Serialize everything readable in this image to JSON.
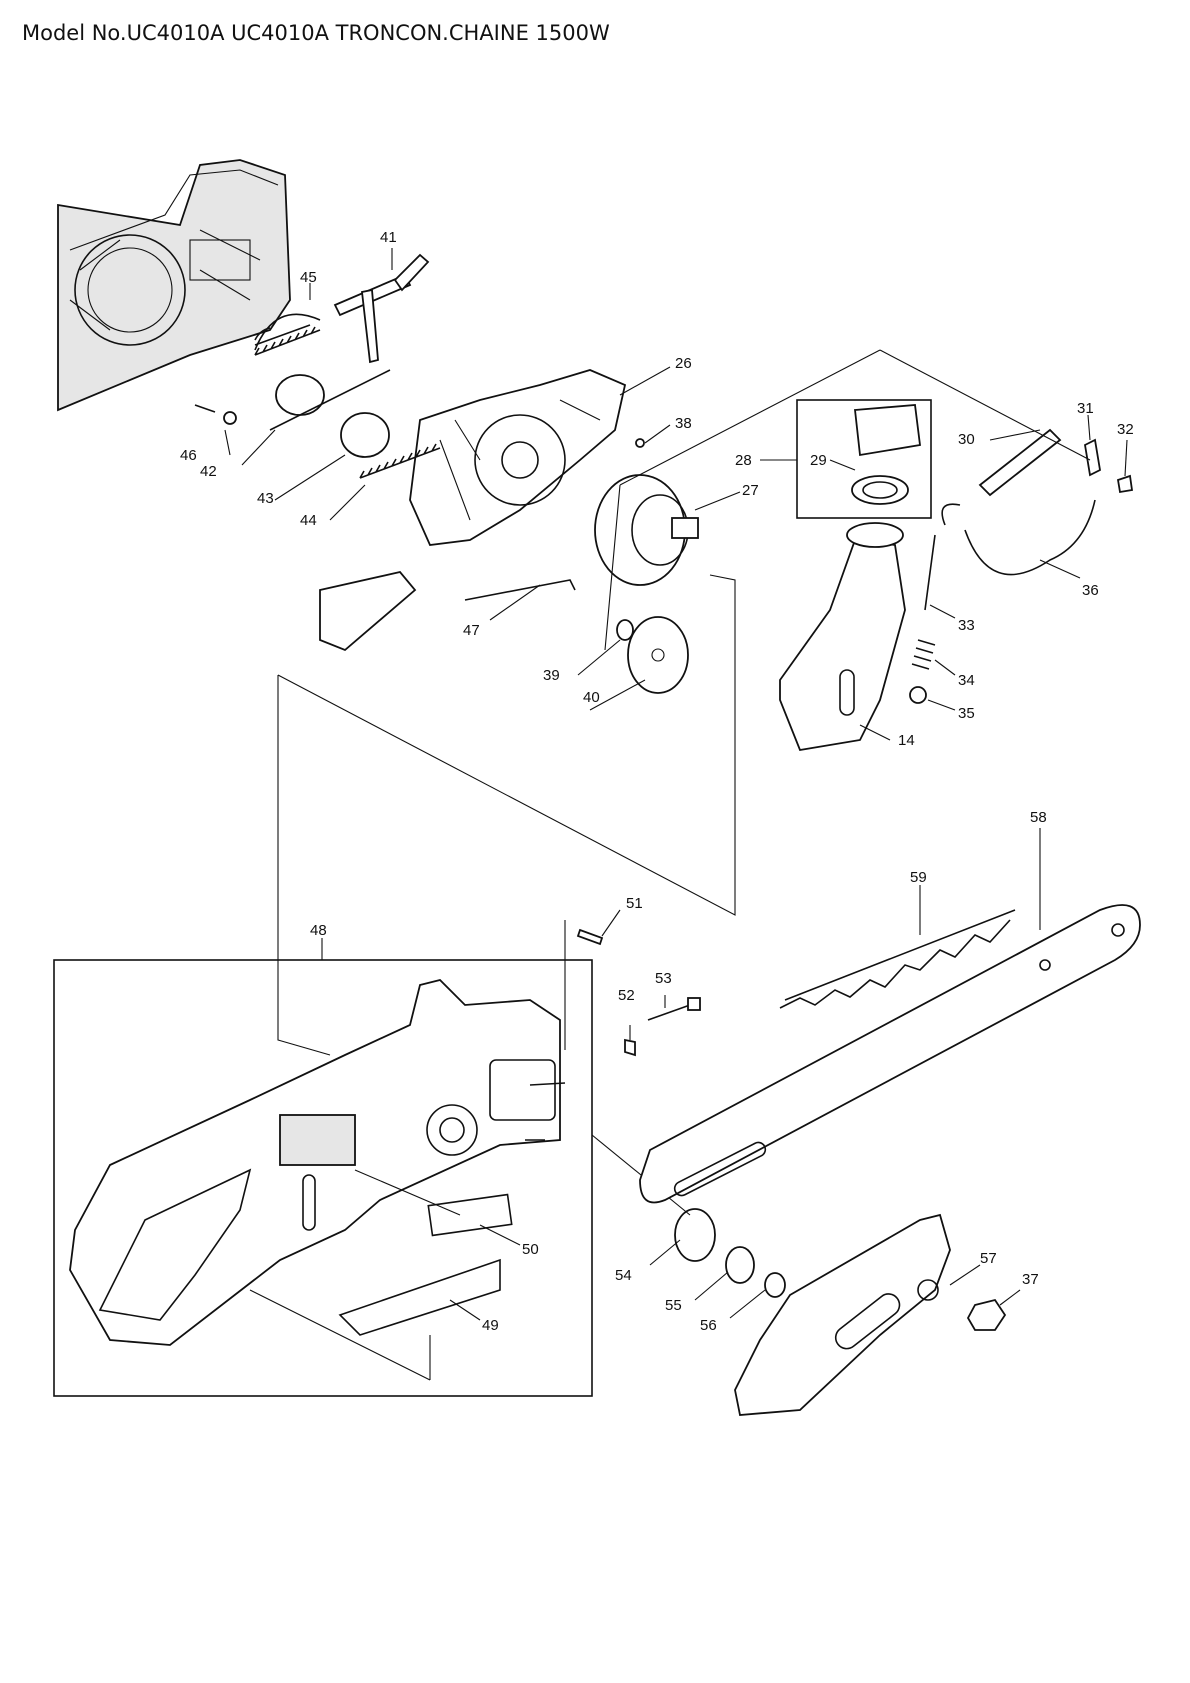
{
  "title": "Model No.UC4010A UC4010A TRONCON.CHAINE 1500W",
  "parts": [
    "14",
    "26",
    "27",
    "28",
    "29",
    "30",
    "31",
    "32",
    "33",
    "34",
    "35",
    "36",
    "37",
    "38",
    "39",
    "40",
    "41",
    "42",
    "43",
    "44",
    "45",
    "46",
    "47",
    "48",
    "49",
    "50",
    "51",
    "52",
    "53",
    "54",
    "55",
    "56",
    "57",
    "58",
    "59"
  ]
}
